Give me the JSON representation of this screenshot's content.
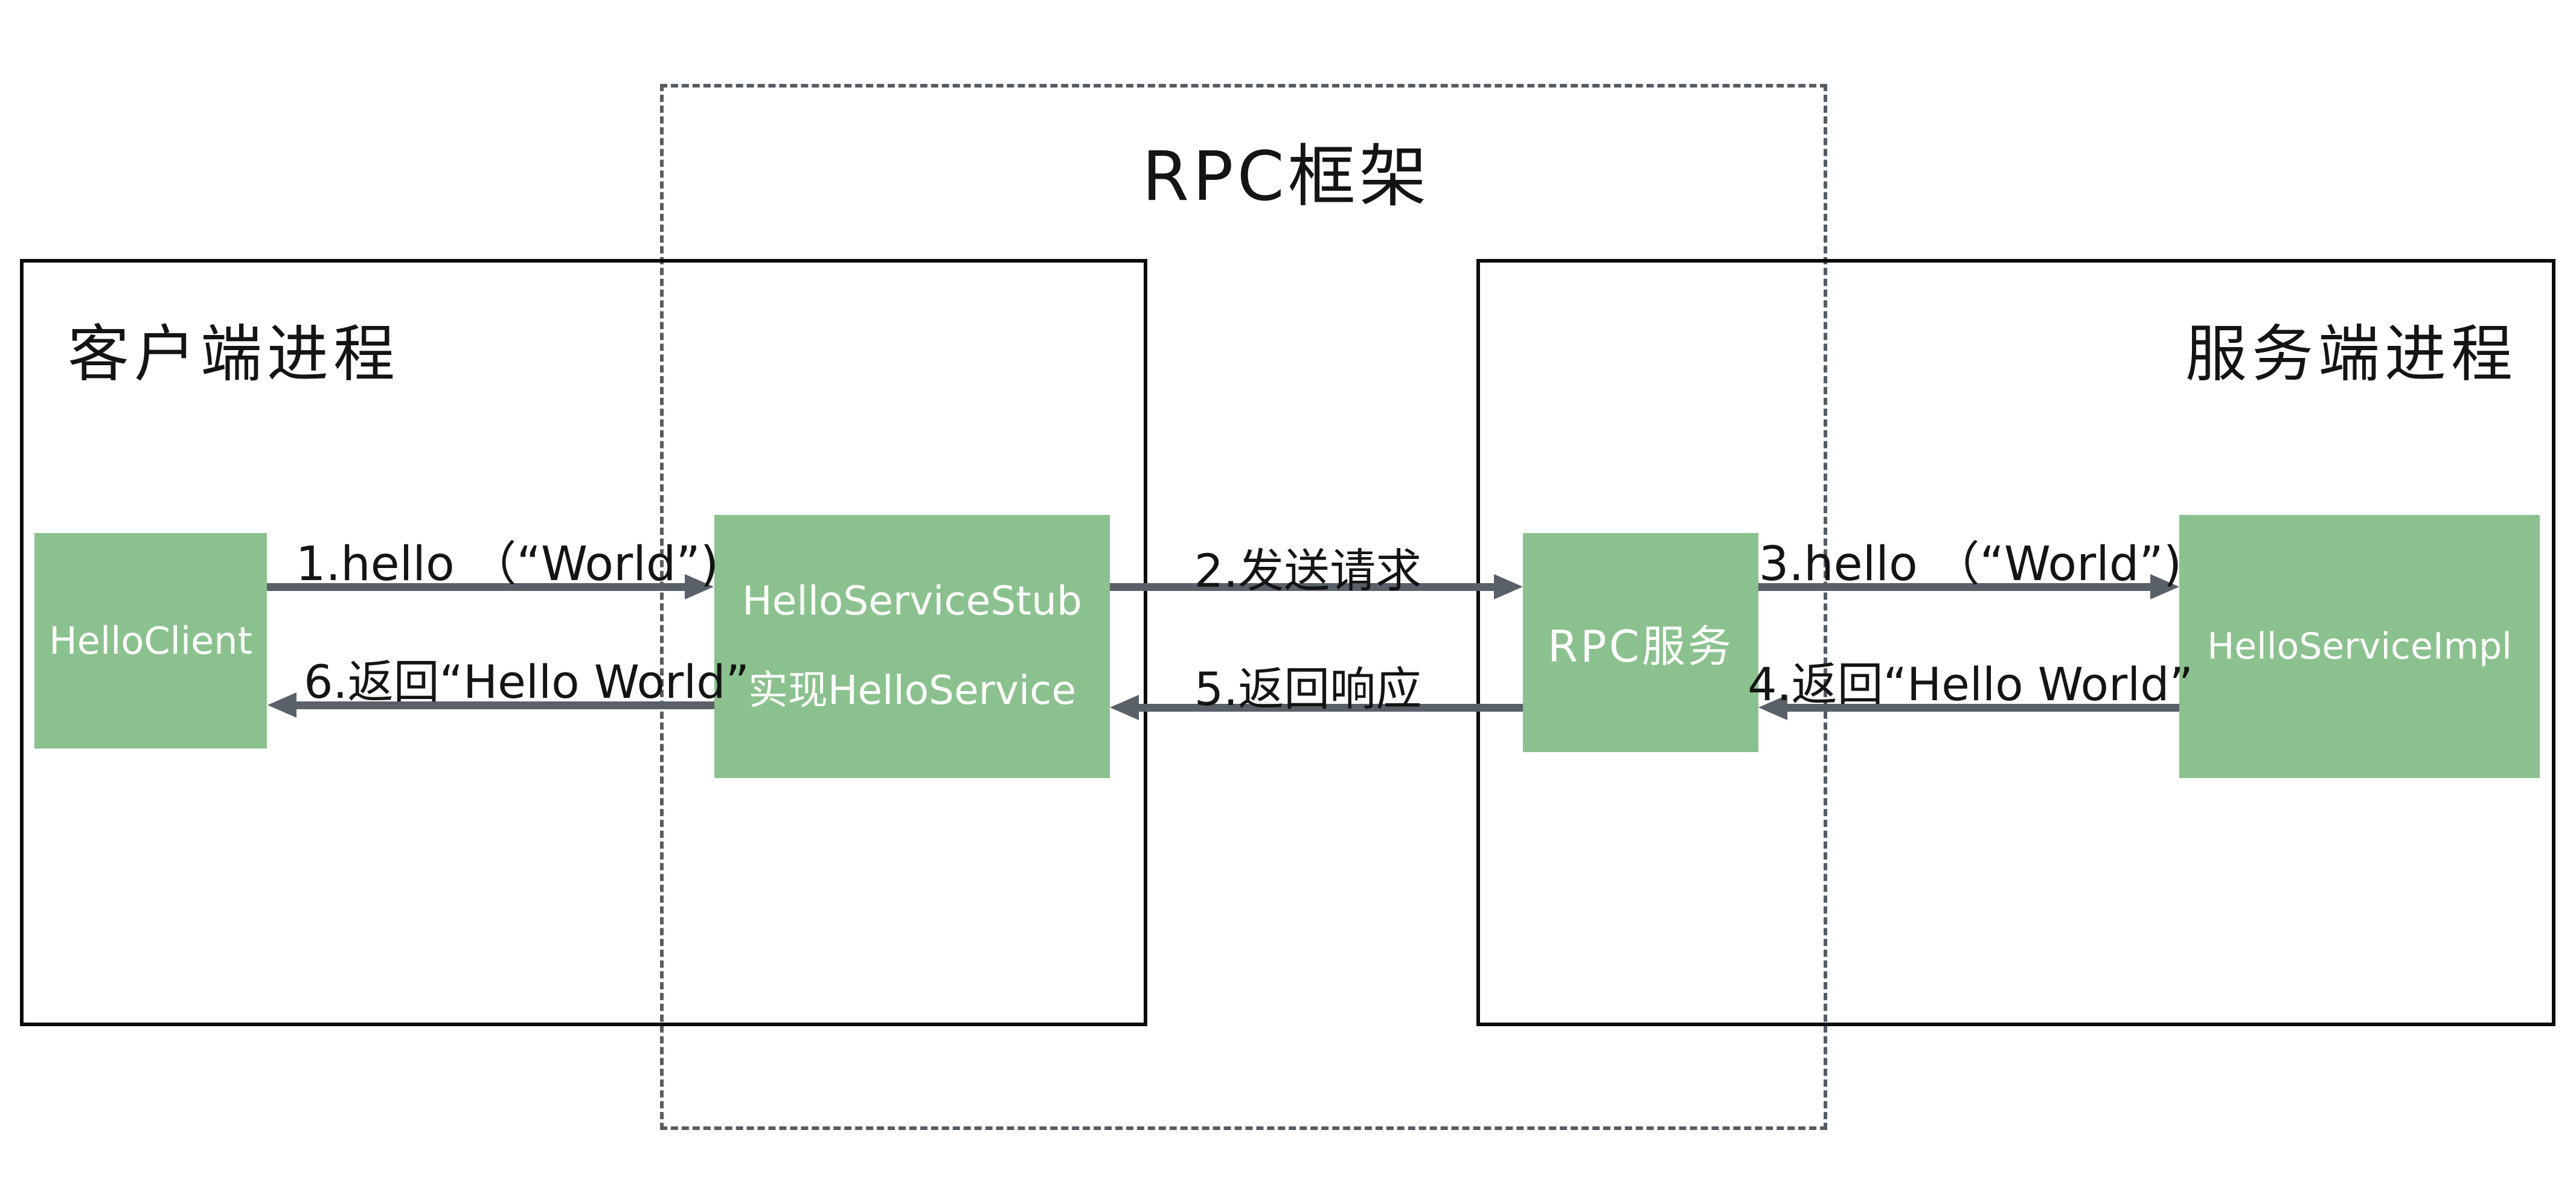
{
  "diagram": {
    "rpc_frame_title": "RPC框架",
    "client_frame_label": "客户端进程",
    "server_frame_label": "服务端进程",
    "nodes": {
      "hello_client": "HelloClient",
      "stub_line1": "HelloServiceStub",
      "stub_line2": "实现HelloService",
      "rpc_service": "RPC服务",
      "impl": "HelloServiceImpl"
    },
    "messages": {
      "m1": "1.hello （“World”)",
      "m2": "2.发送请求",
      "m3": "3.hello （“World”)",
      "m4": "4.返回“Hello World”",
      "m5": "5.返回响应",
      "m6": "6.返回“Hello World”"
    },
    "colors": {
      "node_green": "#8bc18e",
      "arrow_gray": "#5a6067",
      "frame_black": "#0c0c0c",
      "dash_gray": "#565c63",
      "node_text": "#ffffff",
      "text_black": "#141414",
      "background": "#ffffff"
    }
  }
}
